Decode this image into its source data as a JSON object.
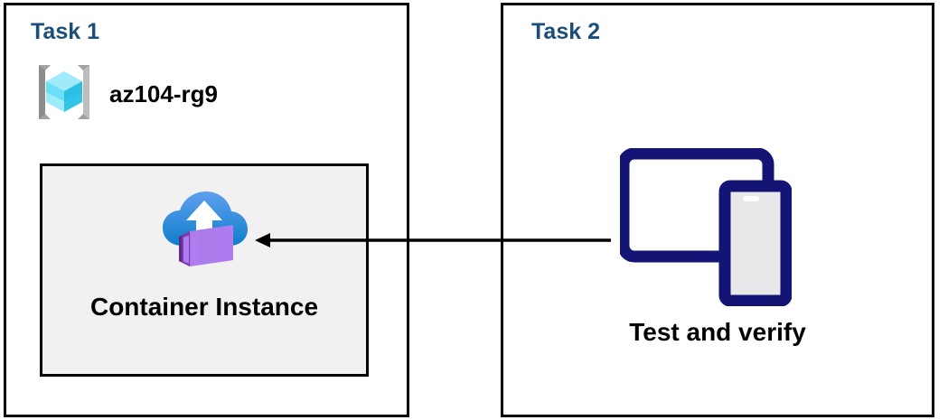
{
  "diagram": {
    "title_color": "#1B4E78",
    "background": "#ffffff",
    "border_color": "#000000"
  },
  "panels": [
    {
      "id": "task1",
      "title": "Task 1",
      "resource_group": {
        "icon": "azure-resource-group-icon",
        "label": "az104-rg9"
      },
      "resource": {
        "icon": "azure-container-instance-icon",
        "label": "Container Instance",
        "box_fill": "#F1F1F1"
      }
    },
    {
      "id": "task2",
      "title": "Task 2",
      "action": {
        "icon": "tablet-and-phone-devices-icon",
        "label": "Test and verify",
        "icon_color": "#141474"
      }
    }
  ],
  "connector": {
    "name": "flow-arrow",
    "direction": "right-to-left",
    "from": "Test and verify",
    "to": "Container Instance",
    "color": "#000000"
  }
}
